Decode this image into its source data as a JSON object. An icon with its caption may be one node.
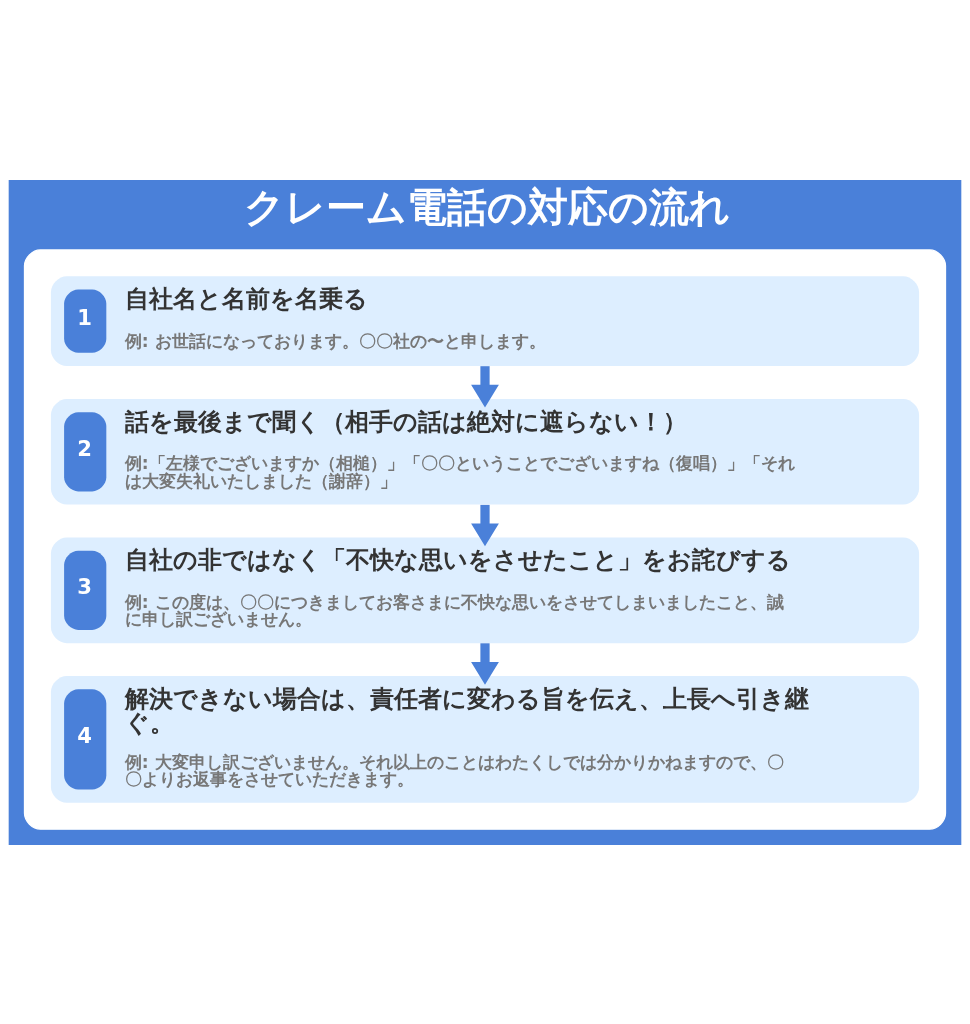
{
  "diagram": {
    "title": "クレーム電話の対応の流れ",
    "nodes": [
      {
        "text": [],
        "shape": "box"
      },
      {
        "text": [
          "1",
          "自社名と名前を名乗る",
          "例: お世話になっております。〇〇社の〜と申します。"
        ],
        "in": 0
      },
      {
        "text": [
          "2",
          "話を最後まで聞く（相手の話は絶対に遮らない！）",
          "例:「左様でございますか（相槌）」「〇〇ということでございますね（復唱）」「それは大変失礼いたしました（謝辞）」"
        ],
        "in": 0
      },
      {
        "text": [
          "3",
          "自社の非ではなく「不快な思いをさせたこと」をお詫びする",
          "例: この度は、〇〇につきましてお客さまに不快な思いをさせてしまいましたこと、誠に申し訳ございません。"
        ],
        "in": 0
      },
      {
        "text": [
          "4",
          "解決できない場合は、責任者に変わる旨を伝え、上長へ引き継ぐ。",
          "例: 大変申し訳ございません。それ以上のことはわたくしでは分かりかねますので、〇〇よりお返事をさせていただきます。"
        ],
        "in": 0
      }
    ],
    "edges": [
      {
        "from": 1,
        "to": 2,
        "arrow": "to"
      },
      {
        "from": 2,
        "to": 3,
        "arrow": "to"
      },
      {
        "from": 3,
        "to": 4,
        "arrow": "to"
      }
    ]
  }
}
